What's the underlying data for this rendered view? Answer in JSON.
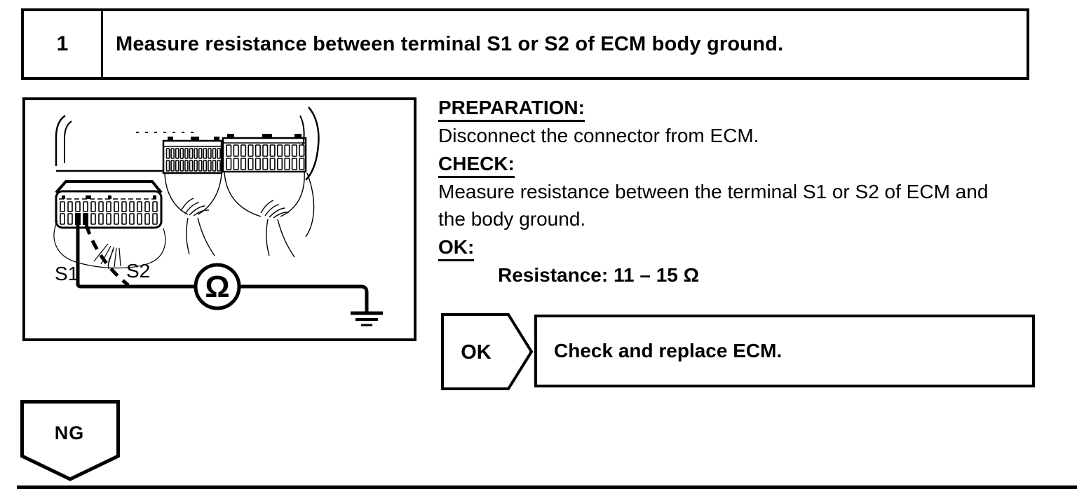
{
  "step": {
    "number": "1",
    "title": "Measure resistance between terminal S1 or S2 of ECM body ground."
  },
  "instructions": {
    "preparation_label": "PREPARATION:",
    "preparation_lines": [
      "Disconnect the connector from ECM."
    ],
    "check_label": "CHECK:",
    "check_lines": [
      "Measure resistance between the terminal S1 or S2 of ECM and",
      "the body ground."
    ],
    "ok_label": "OK:",
    "ok_spec": "Resistance: 11 – 15 Ω"
  },
  "diagram": {
    "terminal_s1": "S1",
    "terminal_s2": "S2",
    "ohmmeter_symbol": "Ω"
  },
  "ok_branch": {
    "label": "OK",
    "action": "Check and replace ECM."
  },
  "ng_branch": {
    "label": "NG"
  },
  "colors": {
    "ink": "#000000",
    "paper": "#ffffff"
  }
}
